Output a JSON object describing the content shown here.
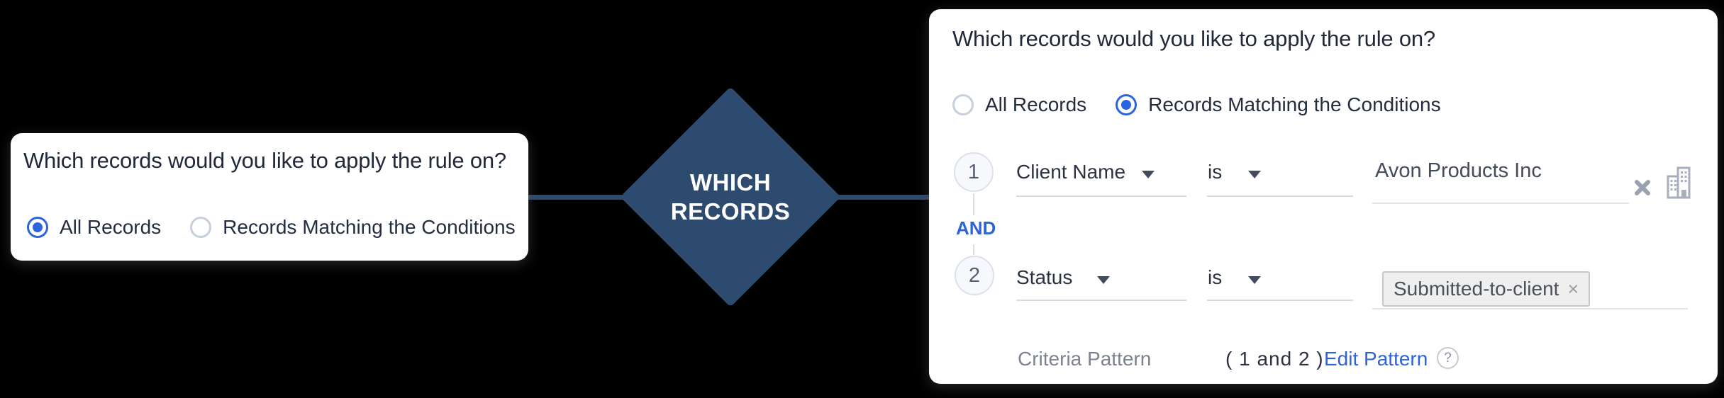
{
  "page": {
    "background": "#000000"
  },
  "flow": {
    "node_label_line1": "WHICH",
    "node_label_line2": "RECORDS",
    "node_color": "#2d4a6f"
  },
  "left_panel": {
    "title": "Which records would you like to apply the rule on?",
    "options": [
      {
        "label": "All Records",
        "selected": true
      },
      {
        "label": "Records Matching the Conditions",
        "selected": false
      }
    ]
  },
  "right_panel": {
    "title": "Which records would you like to apply the rule on?",
    "options": [
      {
        "label": "All Records",
        "selected": false
      },
      {
        "label": "Records Matching the Conditions",
        "selected": true
      }
    ],
    "conjunction": "AND",
    "conditions": [
      {
        "index": "1",
        "field": "Client Name",
        "operator": "is",
        "value": "Avon Products Inc"
      },
      {
        "index": "2",
        "field": "Status",
        "operator": "is",
        "value": "Submitted-to-client"
      }
    ],
    "criteria": {
      "label": "Criteria Pattern",
      "pattern": "( 1 and 2 )",
      "edit_link": "Edit Pattern",
      "help": "?"
    }
  },
  "icons": {
    "chip_remove": "×"
  },
  "colors": {
    "accent_blue": "#2c63da",
    "navy": "#2d4a6f",
    "title_text": "#20293a",
    "label_text": "#2a3342",
    "muted_text": "#7b8290"
  }
}
